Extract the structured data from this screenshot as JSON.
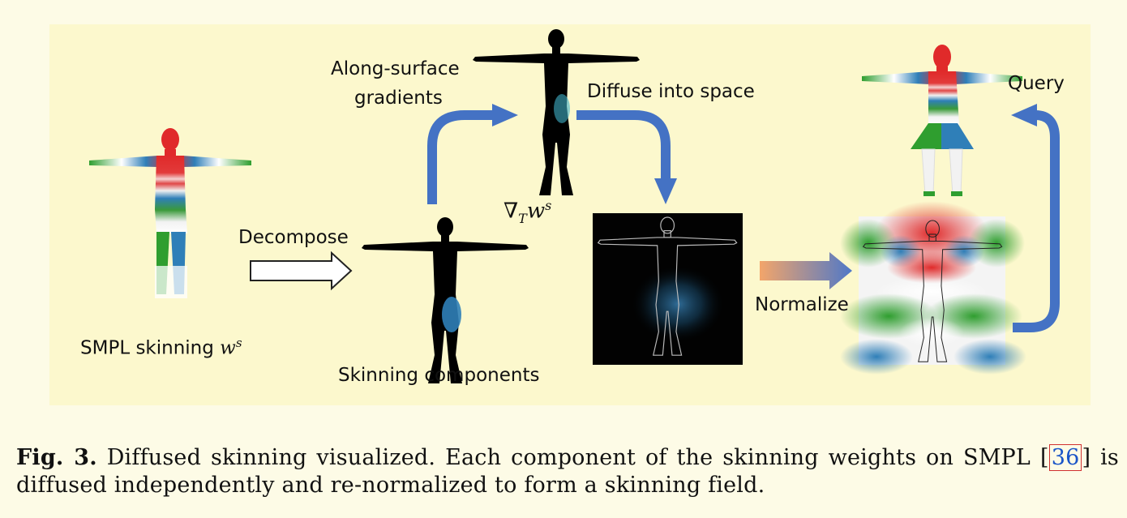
{
  "labels": {
    "smpl_skinning": "SMPL skinning",
    "smpl_symbol": "w",
    "smpl_sup": "s",
    "decompose": "Decompose",
    "skinning_components": "Skinning components",
    "along_surface_1": "Along-surface",
    "along_surface_2": "gradients",
    "grad_nabla": "∇",
    "grad_sub": "T",
    "grad_w": "w",
    "grad_sup": "s",
    "diffuse": "Diffuse into space",
    "normalize": "Normalize",
    "query": "Query"
  },
  "caption": {
    "fig_label": "Fig. 3.",
    "text_1": " Diffused skinning visualized. Each component of the skinning weights on SMPL ",
    "citation": "36",
    "text_2": " is diffused independently and re-normalized to form a skinning field."
  },
  "colors": {
    "panel_bg": "#fcf8cd",
    "arrow_blue": "#4472c4",
    "silhouette": "#000000",
    "skin_red": "#e02a2a",
    "skin_blue": "#2f7fb8",
    "skin_green": "#2f9e2f",
    "cite_blue": "#1a55c8"
  }
}
